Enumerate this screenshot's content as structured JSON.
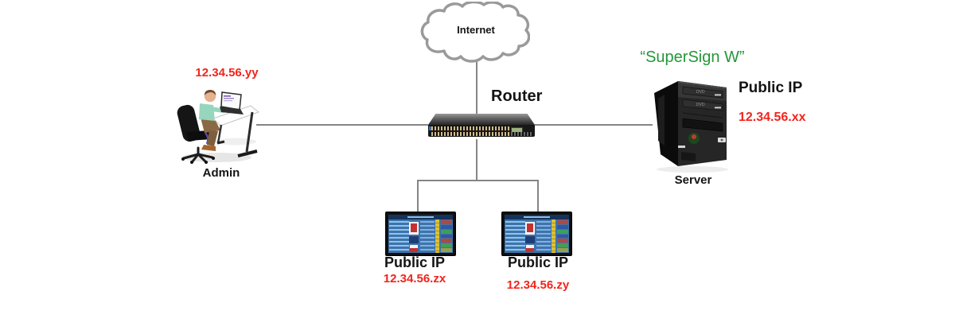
{
  "colors": {
    "ip_red": "#f2241c",
    "supersign_green": "#239739",
    "label_black": "#141414",
    "line_gray": "#858585"
  },
  "internet": {
    "label": "Internet"
  },
  "router": {
    "label": "Router"
  },
  "admin": {
    "ip": "12.34.56.yy",
    "label": "Admin"
  },
  "server": {
    "name_quoted": "“SuperSign W”",
    "public_ip_label": "Public IP",
    "ip": "12.34.56.xx",
    "label": "Server"
  },
  "displays": [
    {
      "public_ip_label": "Public IP",
      "ip": "12.34.56.zx"
    },
    {
      "public_ip_label": "Public IP",
      "ip": "12.34.56.zy"
    }
  ]
}
